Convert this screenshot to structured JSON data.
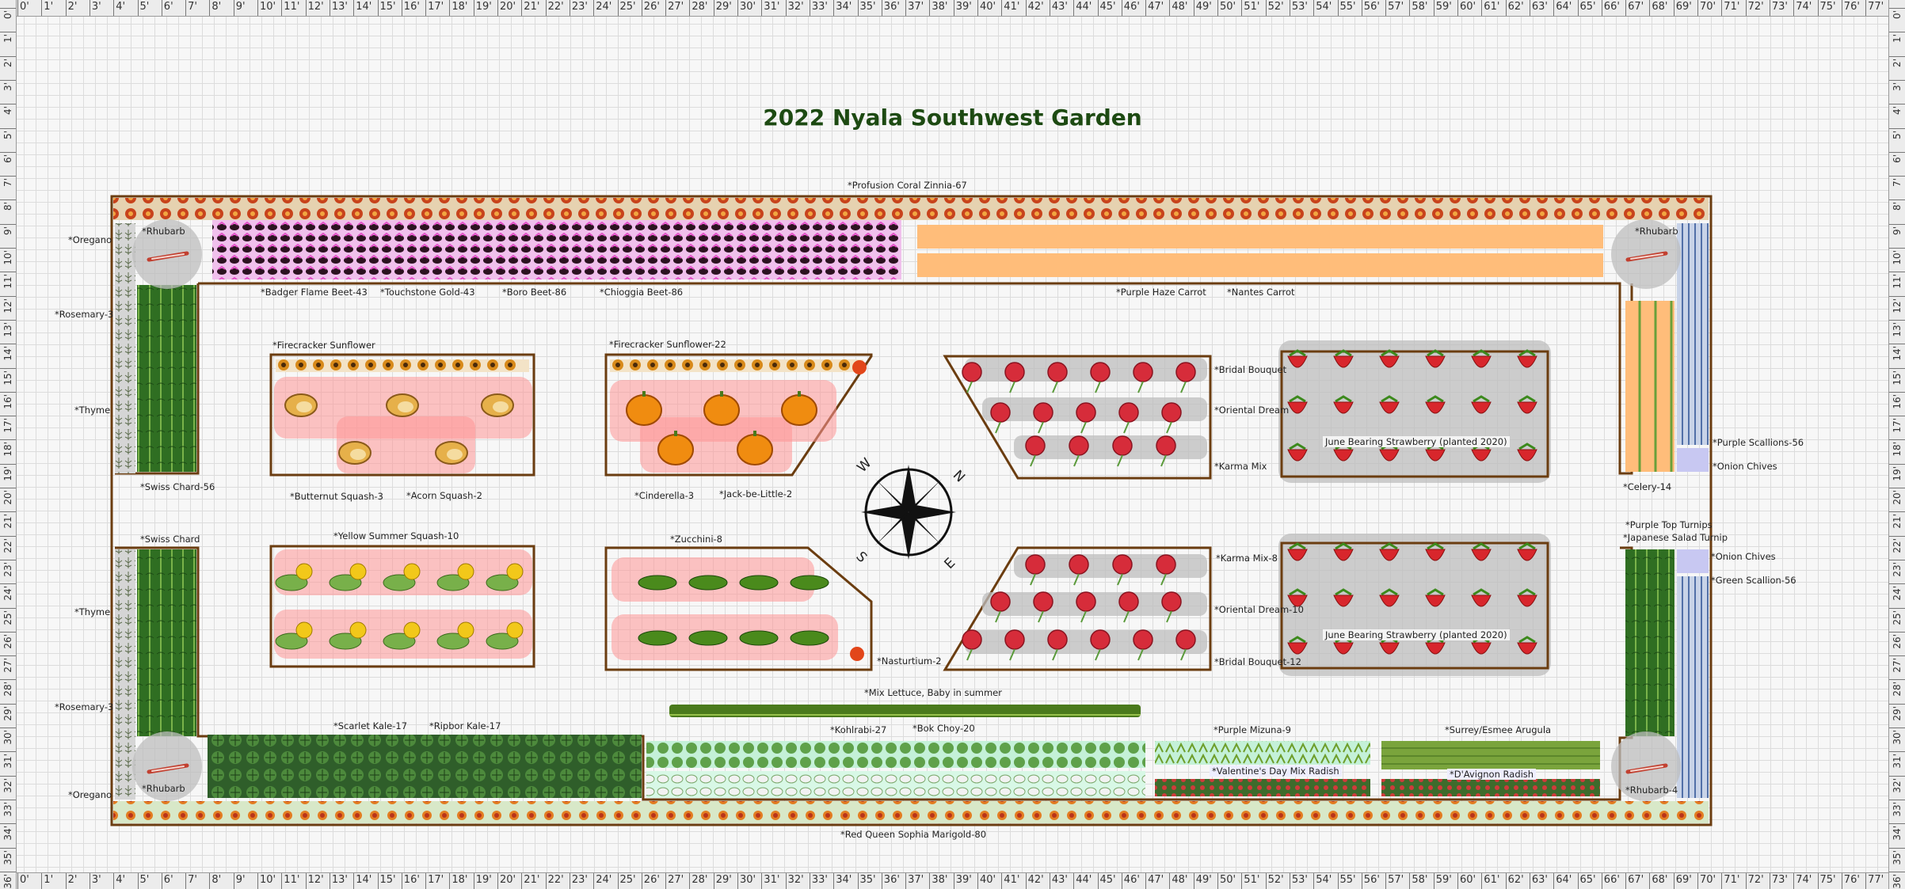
{
  "title": "2022 Nyala Southwest Garden",
  "ruler": {
    "top": [
      "0'",
      "1'",
      "2'",
      "3'",
      "4'",
      "5'",
      "6'",
      "7'",
      "8'",
      "9'",
      "10'",
      "11'",
      "12'",
      "13'",
      "14'",
      "15'",
      "16'",
      "17'",
      "18'",
      "19'",
      "20'",
      "21'",
      "22'",
      "23'",
      "24'",
      "25'",
      "26'",
      "27'",
      "28'",
      "29'",
      "30'",
      "31'",
      "32'",
      "33'",
      "34'",
      "35'",
      "36'",
      "37'",
      "38'",
      "39'",
      "40'",
      "41'",
      "42'",
      "43'",
      "44'",
      "45'",
      "46'",
      "47'",
      "48'",
      "49'",
      "50'",
      "51'",
      "52'",
      "53'",
      "54'",
      "55'",
      "56'",
      "57'",
      "58'",
      "59'",
      "60'",
      "61'",
      "62'",
      "63'",
      "64'",
      "65'",
      "66'",
      "67'",
      "68'",
      "69'",
      "70'",
      "71'",
      "72'",
      "73'",
      "74'",
      "75'",
      "76'",
      "77'"
    ],
    "side": [
      "0'",
      "1'",
      "2'",
      "3'",
      "4'",
      "5'",
      "6'",
      "7'",
      "8'",
      "9'",
      "10'",
      "11'",
      "12'",
      "13'",
      "14'",
      "15'",
      "16'",
      "17'",
      "18'",
      "19'",
      "20'",
      "21'",
      "22'",
      "23'",
      "24'",
      "25'",
      "26'",
      "27'",
      "28'",
      "29'",
      "30'",
      "31'",
      "32'",
      "33'",
      "34'",
      "35'",
      "36'"
    ]
  },
  "labels": {
    "zinnia": "*Profusion Coral Zinnia-67",
    "marigold": "*Red Queen Sophia Marigold-80",
    "oregano_top": "*Oregano",
    "rhubarb_tl": "*Rhubarb",
    "rosemary_top": "*Rosemary-3",
    "thyme_top": "*Thyme",
    "swiss_chard_56": "*Swiss Chard-56",
    "badger_beet": "*Badger Flame Beet-43",
    "touchstone": "*Touchstone Gold-43",
    "boro_beet": "*Boro Beet-86",
    "chioggia": "*Chioggia Beet-86",
    "purple_haze": "*Purple Haze Carrot",
    "nantes": "*Nantes Carrot",
    "rhubarb_tr": "*Rhubarb",
    "firecracker_1": "*Firecracker Sunflower",
    "firecracker_22": "*Firecracker Sunflower-22",
    "butternut": "*Butternut Squash-3",
    "acorn": "*Acorn Squash-2",
    "cinderella": "*Cinderella-3",
    "jack": "*Jack-be-Little-2",
    "bridal_top": "*Bridal Bouquet",
    "oriental_top": "*Oriental Dream",
    "karma_top": "*Karma Mix",
    "strawberry_top": "June Bearing Strawberry (planted 2020)",
    "purple_scallions": "*Purple Scallions-56",
    "onion_chives_top": "*Onion Chives",
    "celery": "*Celery-14",
    "swiss_chard": "*Swiss Chard",
    "thyme_bot": "*Thyme",
    "rosemary_bot": "*Rosemary-3",
    "oregano_bot": "*Oregano",
    "rhubarb_bl": "*Rhubarb",
    "yellow_squash": "*Yellow Summer Squash-10",
    "zucchini": "*Zucchini-8",
    "nasturtium": "*Nasturtium-2",
    "karma_bot": "*Karma Mix-8",
    "oriental_bot": "*Oriental Dream-10",
    "bridal_bot": "*Bridal Bouquet-12",
    "strawberry_bot": "June Bearing Strawberry (planted 2020)",
    "purple_top": "*Purple Top Turnips",
    "japanese_turnip": "*Japanese Salad Turnip",
    "onion_chives_bot": "*Onion Chives",
    "green_scallion": "*Green Scallion-56",
    "mix_lettuce": "*Mix Lettuce, Baby in summer",
    "scarlet_kale": "*Scarlet Kale-17",
    "ripbor_kale": "*Ripbor Kale-17",
    "kohlrabi": "*Kohlrabi-27",
    "bok_choy": "*Bok Choy-20",
    "purple_mizuna": "*Purple Mizuna-9",
    "surrey_arugula": "*Surrey/Esmee Arugula",
    "valentine_radish": "*Valentine's Day Mix Radish",
    "davignon_radish": "*D'Avignon Radish",
    "rhubarb_4": "*Rhubarb-4"
  },
  "compass": {
    "n": "N",
    "e": "E",
    "s": "S",
    "w": "W"
  },
  "colors": {
    "bed_border": "#6b3d10",
    "title": "#1d4a12",
    "highlight_pink": "#ff9696",
    "highlight_gray": "#bebebe"
  }
}
